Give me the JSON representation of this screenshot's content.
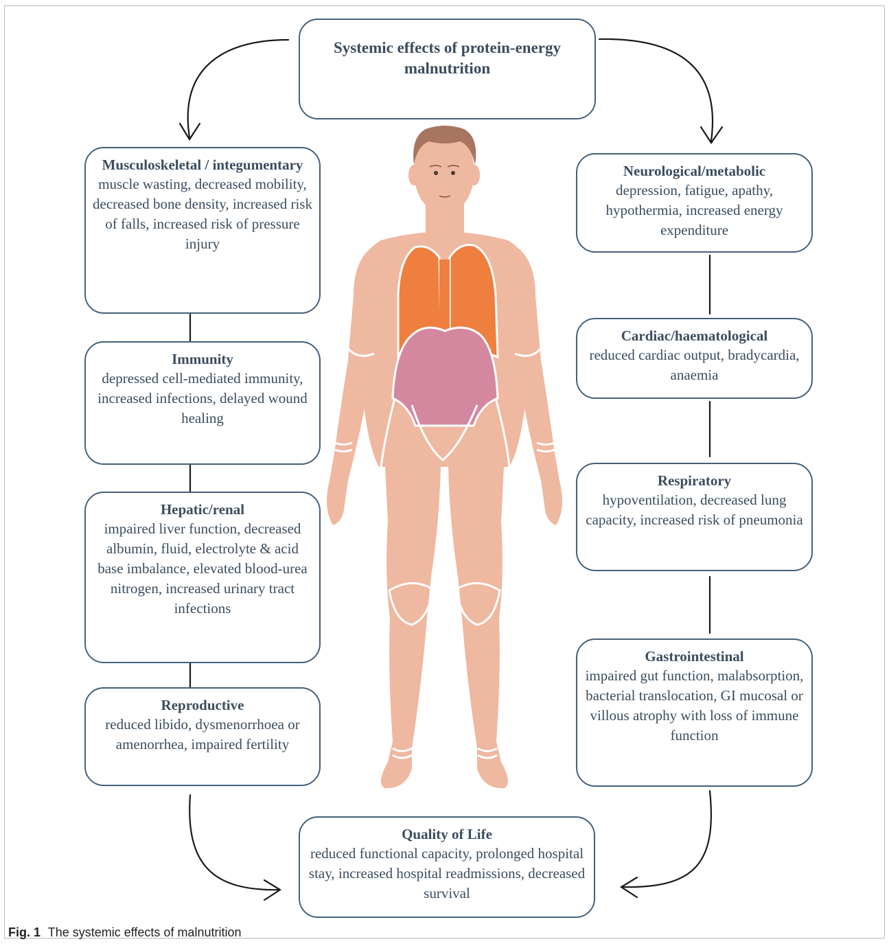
{
  "top_box": {
    "title": "Systemic effects of protein-energy malnutrition"
  },
  "left_boxes": [
    {
      "title": "Musculoskeletal / integumentary",
      "body": "muscle wasting, decreased mobility, decreased bone density, increased risk of falls, increased risk of pressure injury"
    },
    {
      "title": "Immunity",
      "body": "depressed cell-mediated immunity, increased infections, delayed wound healing"
    },
    {
      "title": "Hepatic/renal",
      "body": "impaired liver function, decreased albumin, fluid, electrolyte & acid base imbalance, elevated blood-urea nitrogen, increased urinary tract infections"
    },
    {
      "title": "Reproductive",
      "body": "reduced libido, dysmenorrhoea or amenorrhea, impaired fertility"
    }
  ],
  "right_boxes": [
    {
      "title": "Neurological/metabolic",
      "body": "depression, fatigue, apathy, hypothermia, increased energy expenditure"
    },
    {
      "title": "Cardiac/haematological",
      "body": "reduced cardiac output, bradycardia, anaemia"
    },
    {
      "title": "Respiratory",
      "body": "hypoventilation, decreased lung capacity, increased risk of pneumonia"
    },
    {
      "title": "Gastrointestinal",
      "body": "impaired gut function, malabsorption, bacterial translocation, GI mucosal or villous atrophy with loss of immune function"
    }
  ],
  "bottom_box": {
    "title": "Quality of Life",
    "body": "reduced functional capacity, prolonged hospital stay, increased hospital readmissions, decreased survival"
  },
  "caption": {
    "label": "Fig. 1",
    "text": "The systemic effects of malnutrition"
  },
  "colors": {
    "box_border": "#45607a",
    "skin": "#efb8a0",
    "hair": "#a87560",
    "lungs": "#ee7f3e",
    "stomach": "#d3889f",
    "text": "#3b4d5e"
  }
}
